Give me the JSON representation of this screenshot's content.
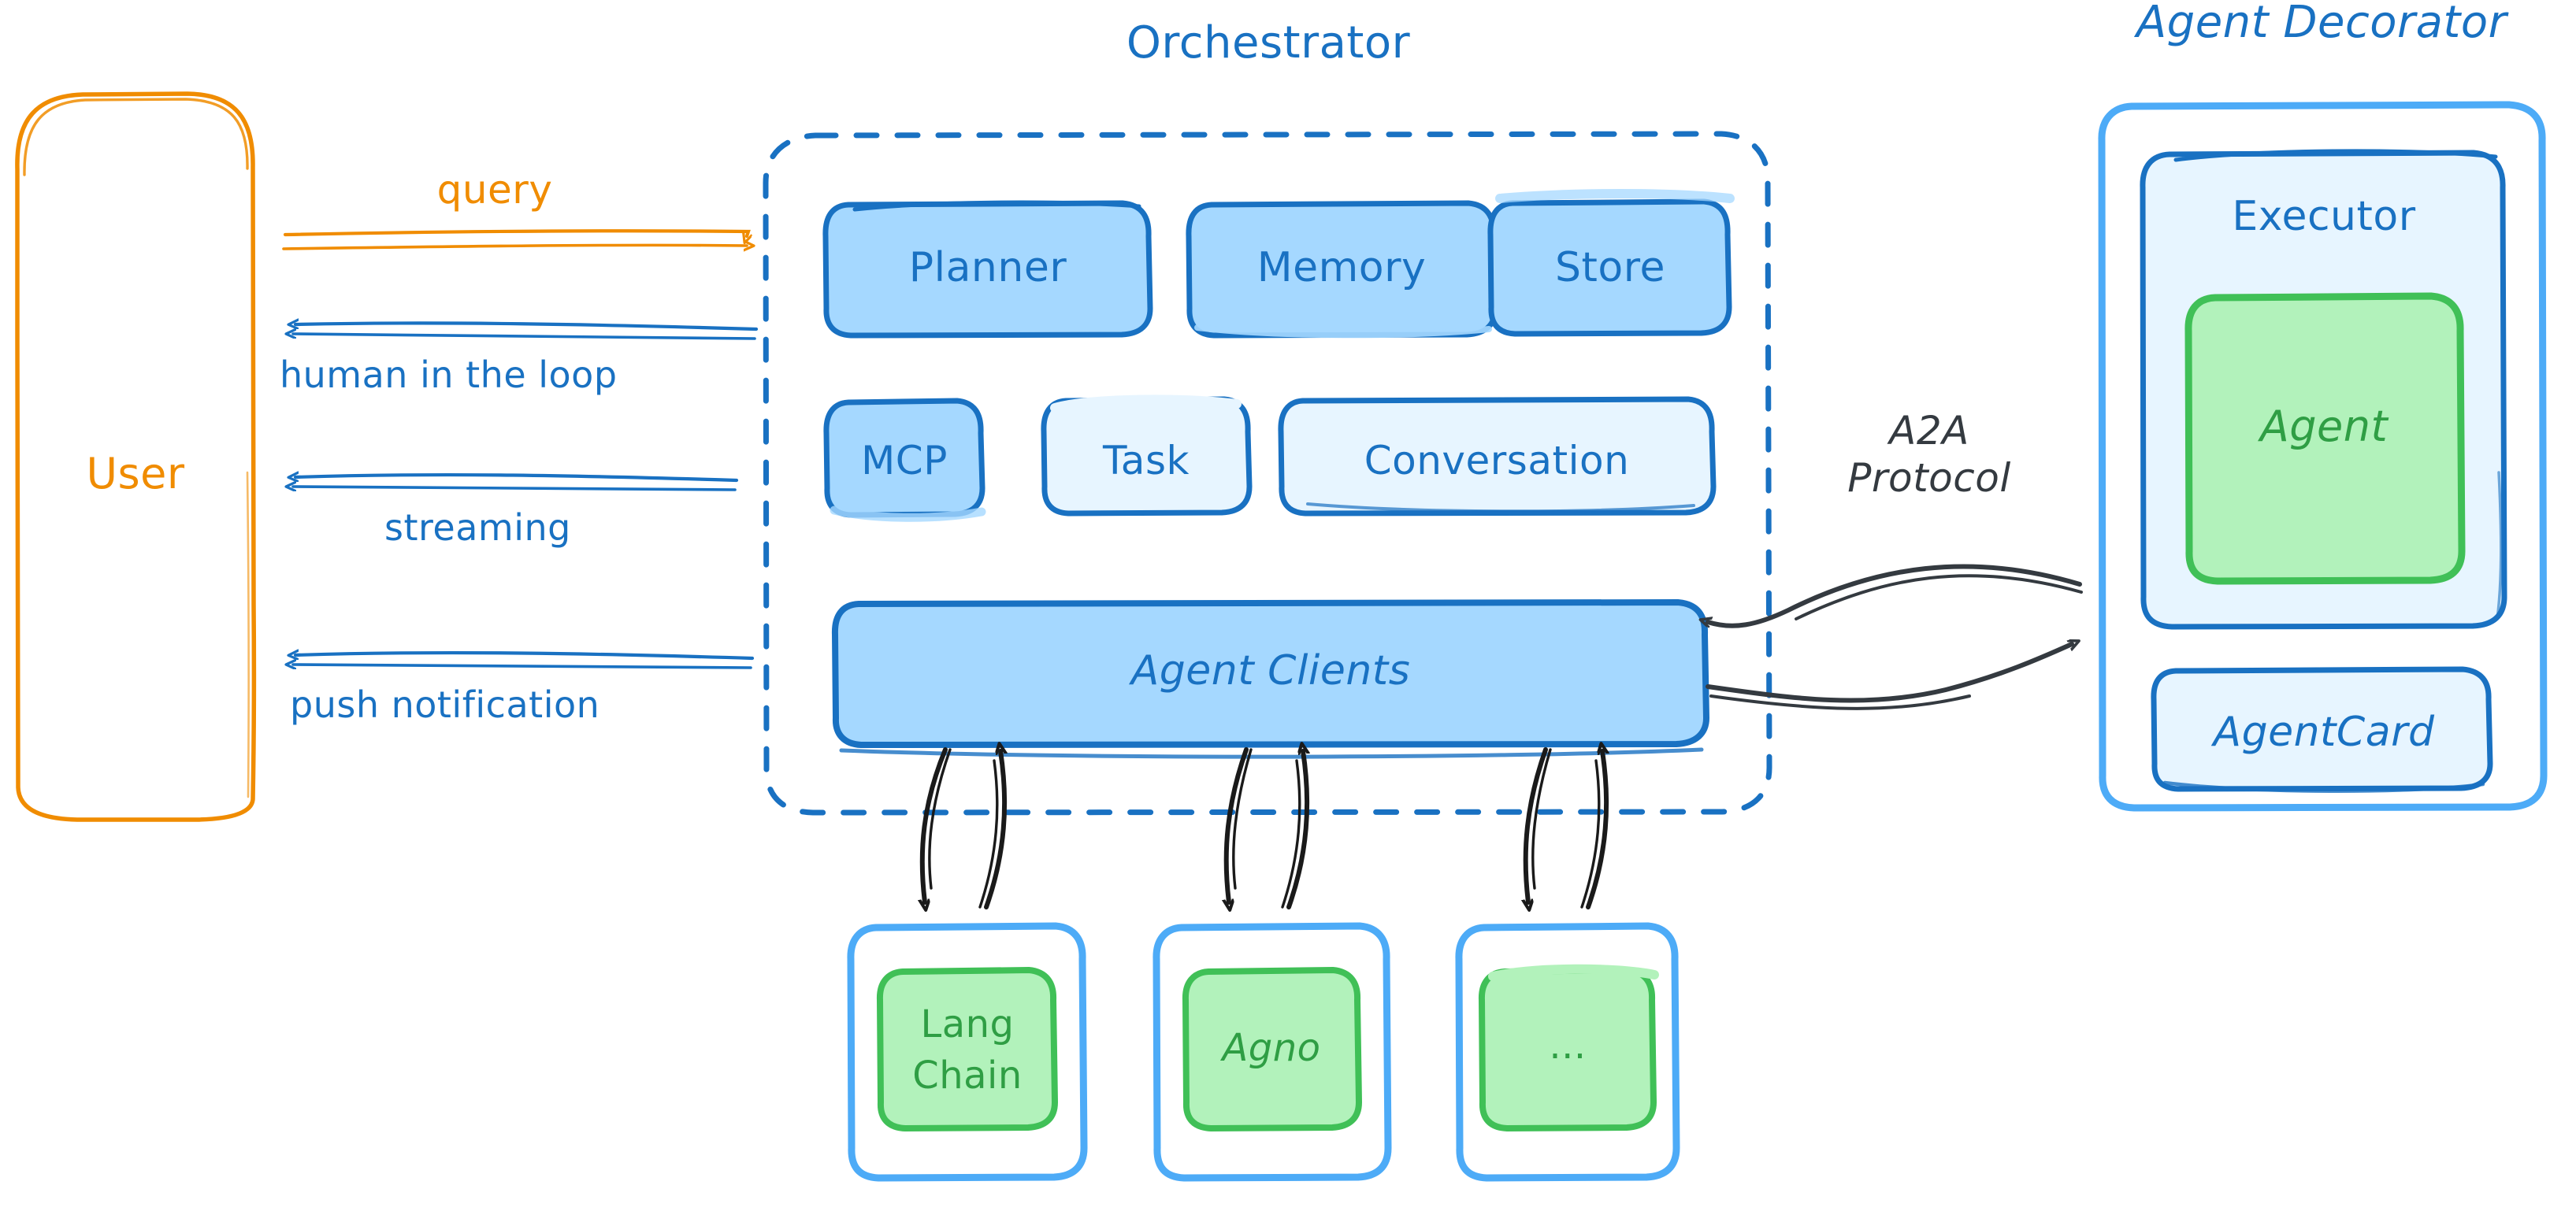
{
  "diagram": {
    "title_orchestrator": "Orchestrator",
    "title_agent_decorator": "Agent Decorator",
    "colors": {
      "blue_stroke": "#1971c2",
      "blue_fill_strong": "#a5d8ff",
      "blue_fill_light": "#e7f5ff",
      "blue_light_stroke": "#4dabf7",
      "orange": "#f08c00",
      "green_stroke": "#40c057",
      "green_fill": "#b2f2bb",
      "green_text": "#2f9e44",
      "dark": "#343a40",
      "background": "#ffffff"
    }
  },
  "user": {
    "label": "User"
  },
  "user_flows": [
    {
      "label": "query",
      "direction": "right",
      "color": "#f08c00"
    },
    {
      "label": "human in the loop",
      "direction": "left",
      "color": "#1971c2"
    },
    {
      "label": "streaming",
      "direction": "left",
      "color": "#1971c2"
    },
    {
      "label": "push notification",
      "direction": "left",
      "color": "#1971c2"
    }
  ],
  "orchestrator": {
    "title": "Orchestrator",
    "row1": [
      {
        "label": "Planner",
        "fill": "strong"
      },
      {
        "label": "Memory",
        "fill": "strong"
      },
      {
        "label": "Store",
        "fill": "strong"
      }
    ],
    "row2": [
      {
        "label": "MCP",
        "fill": "strong"
      },
      {
        "label": "Task",
        "fill": "light"
      },
      {
        "label": "Conversation",
        "fill": "light"
      }
    ],
    "row3": [
      {
        "label": "Agent Clients",
        "fill": "strong"
      }
    ]
  },
  "protocol": {
    "line1": "A2A",
    "line2": "Protocol"
  },
  "agent_decorator": {
    "title": "Agent Decorator",
    "executor": {
      "label": "Executor"
    },
    "agent": {
      "label": "Agent"
    },
    "agent_card": {
      "label": "AgentCard"
    }
  },
  "frameworks": [
    {
      "label_line1": "Lang",
      "label_line2": "Chain"
    },
    {
      "label_line1": "Agno",
      "label_line2": ""
    },
    {
      "label_line1": "...",
      "label_line2": ""
    }
  ]
}
